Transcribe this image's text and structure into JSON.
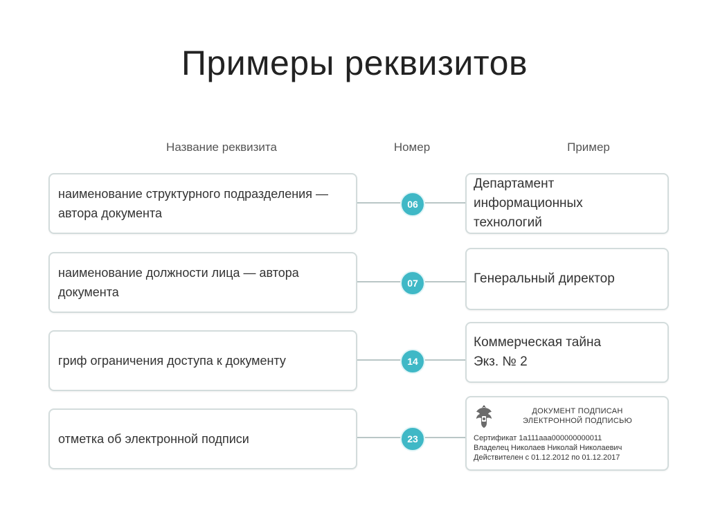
{
  "title": "Примеры реквизитов",
  "headers": {
    "name": "Название реквизита",
    "number": "Номер",
    "example": "Пример"
  },
  "rows": [
    {
      "name": "наименование структурного подразделения — автора документа",
      "number": "06",
      "example": [
        "Департамент информационных",
        "технологий"
      ]
    },
    {
      "name": "наименование должности лица — автора документа",
      "number": "07",
      "example": [
        "Генеральный директор"
      ]
    },
    {
      "name": "гриф ограничения доступа к документу",
      "number": "14",
      "example": [
        "Коммерческая тайна",
        "Экз. № 2"
      ]
    },
    {
      "name": "отметка об электронной подписи",
      "number": "23",
      "signature": {
        "heading": [
          "ДОКУМЕНТ ПОДПИСАН",
          "ЭЛЕКТРОННОЙ ПОДПИСЬЮ"
        ],
        "lines": [
          "Сертификат 1а111ааа000000000011",
          "Владелец Николаев Николай Николаевич",
          "Действителен с 01.12.2012 по 01.12.2017"
        ]
      }
    }
  ],
  "colors": {
    "accent": "#3fb8c6",
    "box_border": "#d3dcdc",
    "connector": "#b9c6c6"
  },
  "icons": {
    "emblem": "coat-of-arms-icon"
  }
}
